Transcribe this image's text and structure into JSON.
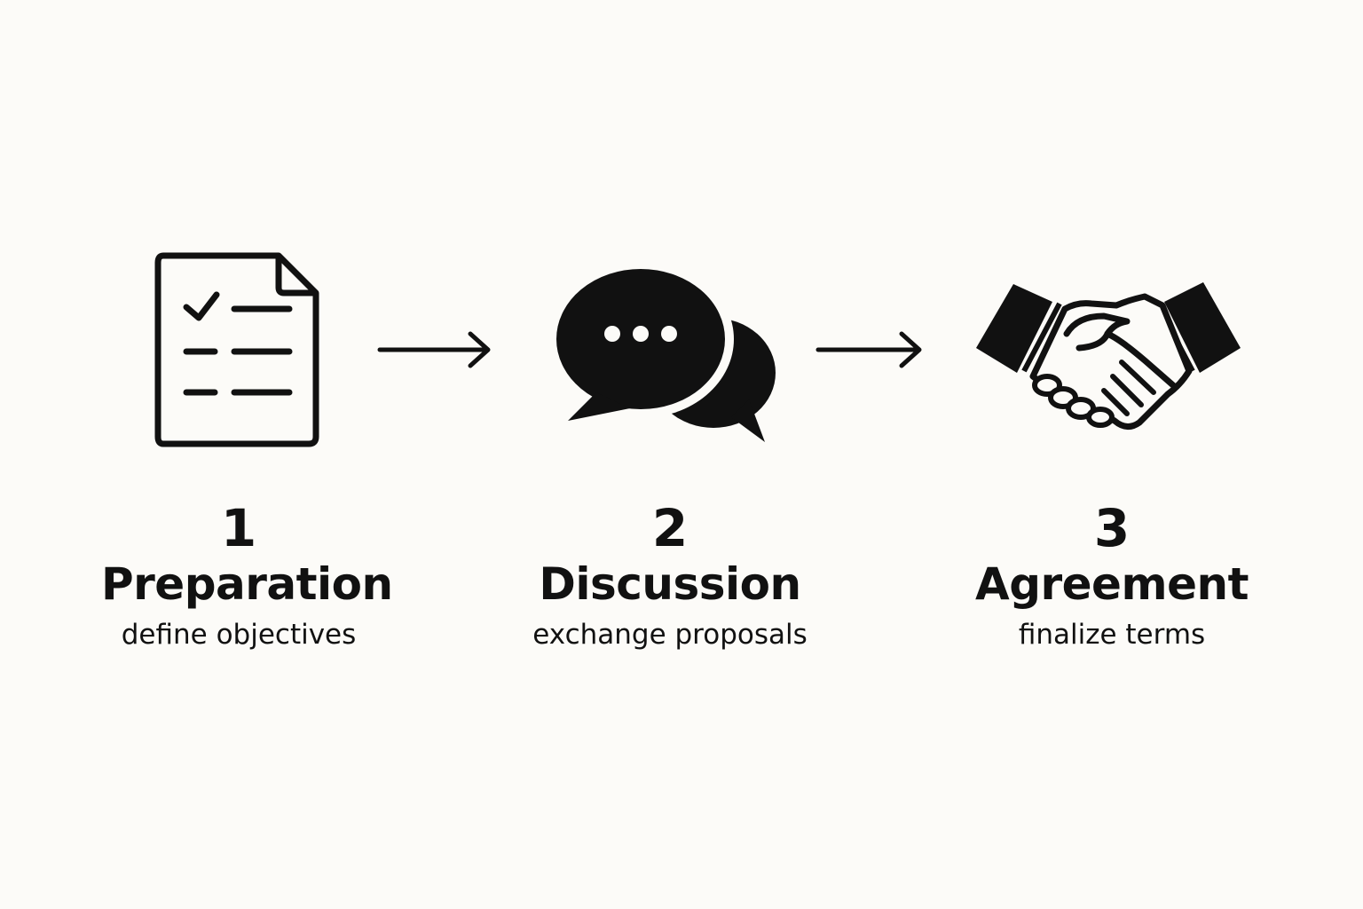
{
  "steps": [
    {
      "number": "1",
      "title": "Preparation",
      "description": "define objectives",
      "icon": "checklist-document-icon"
    },
    {
      "number": "2",
      "title": "Discussion",
      "description": "exchange proposals",
      "icon": "speech-bubbles-icon"
    },
    {
      "number": "3",
      "title": "Agreement",
      "description": "finalize terms",
      "icon": "handshake-icon"
    }
  ],
  "connectors": [
    "right-arrow-icon",
    "right-arrow-icon"
  ],
  "colors": {
    "background": "#fcfbf8",
    "foreground": "#111111"
  }
}
